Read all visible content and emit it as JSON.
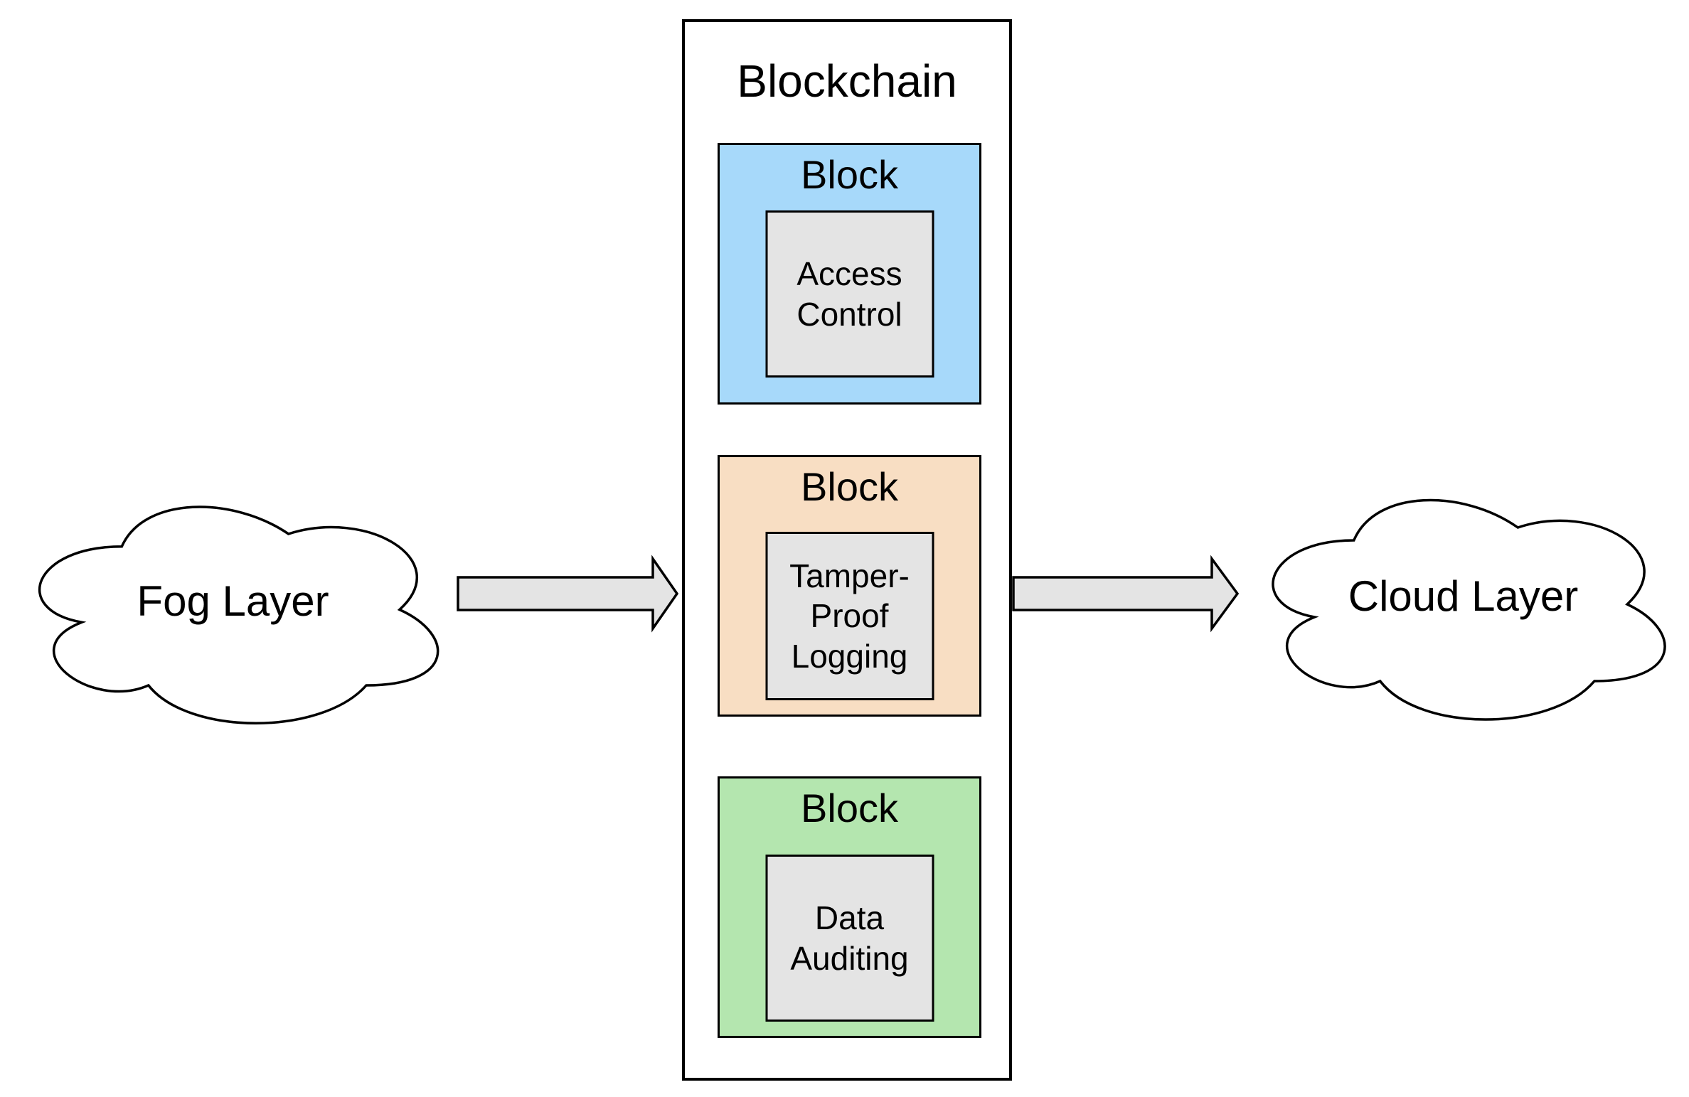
{
  "diagram": {
    "fog_layer": {
      "label": "Fog Layer"
    },
    "cloud_layer": {
      "label": "Cloud Layer"
    },
    "blockchain": {
      "title": "Blockchain",
      "blocks": [
        {
          "label": "Block",
          "content": "Access Control",
          "fill": "#A7D9FA"
        },
        {
          "label": "Block",
          "content": "Tamper-Proof Logging",
          "fill": "#F8DEC3"
        },
        {
          "label": "Block",
          "content": "Data Auditing",
          "fill": "#B4E6AF"
        }
      ]
    },
    "colors": {
      "background": "#FFFFFF",
      "stroke": "#000000",
      "cloud_fill": "#FFFFFF",
      "arrow_fill": "#E4E4E4",
      "inner_box_fill": "#E4E4E4"
    }
  }
}
